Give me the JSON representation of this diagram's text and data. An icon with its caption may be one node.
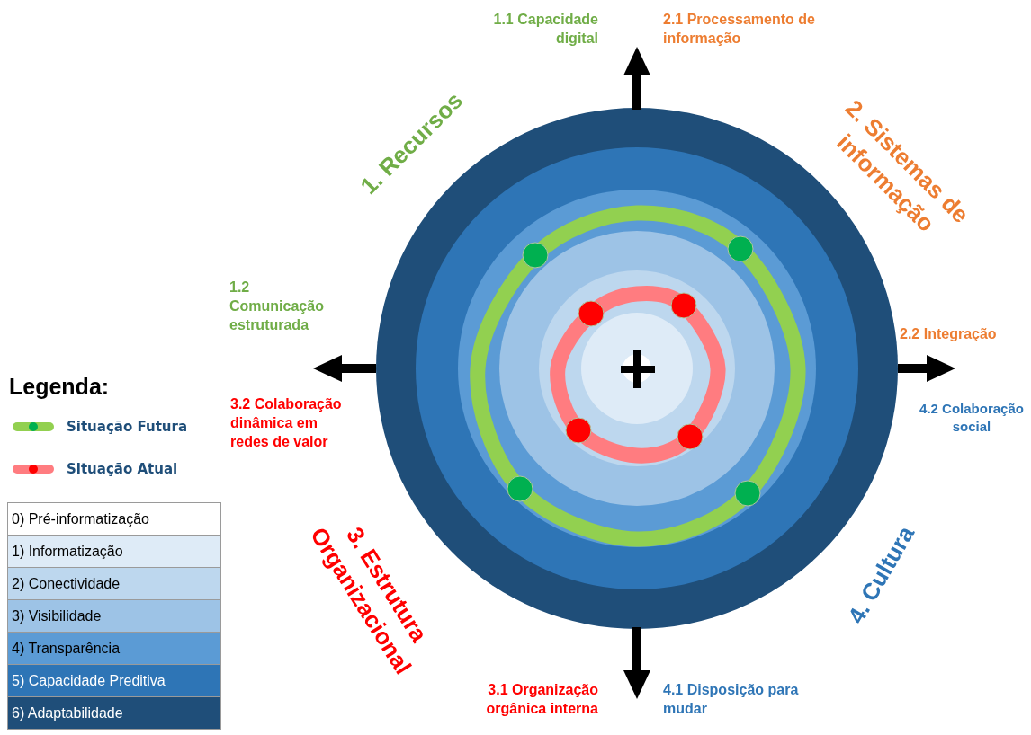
{
  "diagram": {
    "labels": [
      "1.1 Capacidade digital",
      "2.1 Processamento de informação",
      "1. Recursos",
      "2. Sistemas de informação",
      "1.2 Comunicação estruturada",
      "2.2 Integração",
      "Legenda:",
      "3.2 Colaboração dinâmica em redes de valor",
      "4.2 Colaboração social",
      "3. Estrutura Organizacional",
      "4. Cultura",
      "3.1 Organização orgânica interna",
      "4.1 Disposição para mudar"
    ],
    "legend": [
      {
        "text": "Situação Futura"
      },
      {
        "text": "Situação Atual"
      },
      {
        "text": "0) Pré-informatização",
        "color": "#ffffff"
      },
      {
        "text": "1) Informatização",
        "color": "#deebf7"
      },
      {
        "text": "2) Conectividade",
        "color": "#bdd7ee"
      },
      {
        "text": "3) Visibilidade",
        "color": "#9dc3e6"
      },
      {
        "text": "4) Transparência",
        "color": "#5b9bd5"
      },
      {
        "text": "5) Capacidade Preditiva",
        "color": "#2e75b6"
      },
      {
        "text": "6) Adaptabilidade",
        "color": "#1f4e79"
      }
    ]
  }
}
